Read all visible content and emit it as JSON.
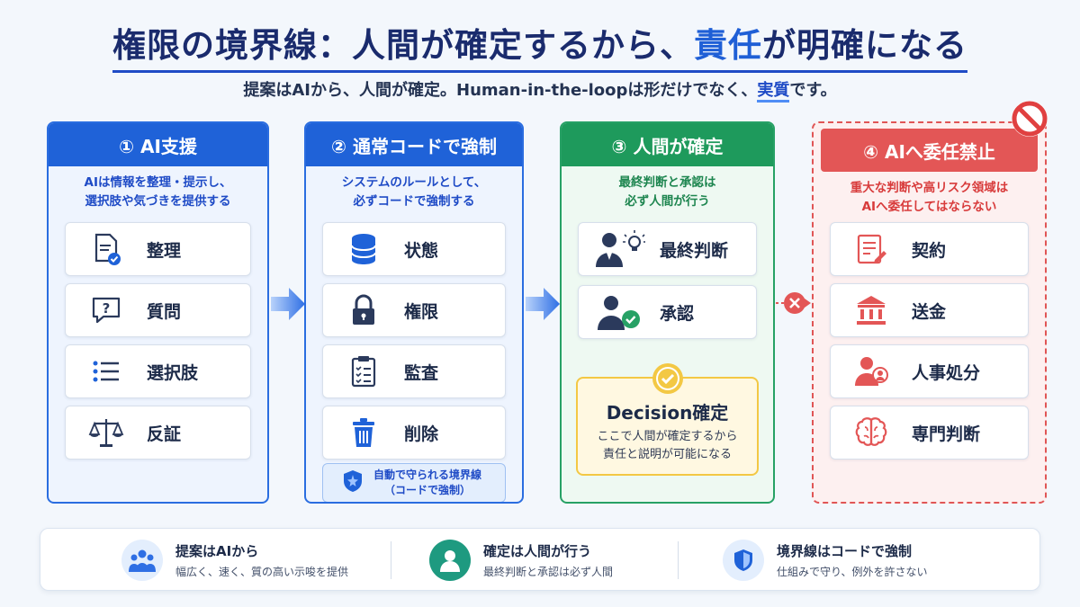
{
  "title": {
    "part1": "権限の境界線：人間が確定するから、",
    "accent": "責任",
    "part2": "が明確になる"
  },
  "subtitle": {
    "text": "提案はAIから、人間が確定。Human-in-the-loopは形だけでなく、",
    "strong": "実質",
    "tail": "です。"
  },
  "columns": [
    {
      "heading": "① AI支援",
      "desc1": "AIは情報を整理・提示し、",
      "desc2": "選択肢や気づきを提供する",
      "items": [
        {
          "label": "整理",
          "icon": "document-check-icon"
        },
        {
          "label": "質問",
          "icon": "question-bubble-icon"
        },
        {
          "label": "選択肢",
          "icon": "list-icon"
        },
        {
          "label": "反証",
          "icon": "scale-icon"
        }
      ]
    },
    {
      "heading": "② 通常コードで強制",
      "desc1": "システムのルールとして、",
      "desc2": "必ずコードで強制する",
      "items": [
        {
          "label": "状態",
          "icon": "database-icon"
        },
        {
          "label": "権限",
          "icon": "lock-icon"
        },
        {
          "label": "監査",
          "icon": "clipboard-icon"
        },
        {
          "label": "削除",
          "icon": "trash-icon"
        }
      ],
      "guard1": "自動で守られる境界線",
      "guard2": "（コードで強制）"
    },
    {
      "heading": "③ 人間が確定",
      "desc1": "最終判断と承認は",
      "desc2": "必ず人間が行う",
      "items": [
        {
          "label": "最終判断",
          "icon": "person-idea-icon"
        },
        {
          "label": "承認",
          "icon": "person-check-icon"
        }
      ],
      "decision_title": "Decision確定",
      "decision1": "ここで人間が確定するから",
      "decision2": "責任と説明が可能になる"
    },
    {
      "heading": "④ AIへ委任禁止",
      "desc1": "重大な判断や高リスク領域は",
      "desc2": "AIへ委任してはならない",
      "items": [
        {
          "label": "契約",
          "icon": "contract-icon"
        },
        {
          "label": "送金",
          "icon": "bank-icon"
        },
        {
          "label": "人事処分",
          "icon": "people-icon"
        },
        {
          "label": "専門判断",
          "icon": "brain-icon"
        }
      ]
    }
  ],
  "footer": [
    {
      "title": "提案はAIから",
      "desc": "幅広く、速く、質の高い示唆を提供"
    },
    {
      "title": "確定は人間が行う",
      "desc": "最終判断と承認は必ず人間"
    },
    {
      "title": "境界線はコードで強制",
      "desc": "仕組みで守り、例外を許さない"
    }
  ],
  "colors": {
    "blue": "#1f62d8",
    "green": "#1e9a5c",
    "red": "#e35656",
    "gold": "#f3c844"
  }
}
